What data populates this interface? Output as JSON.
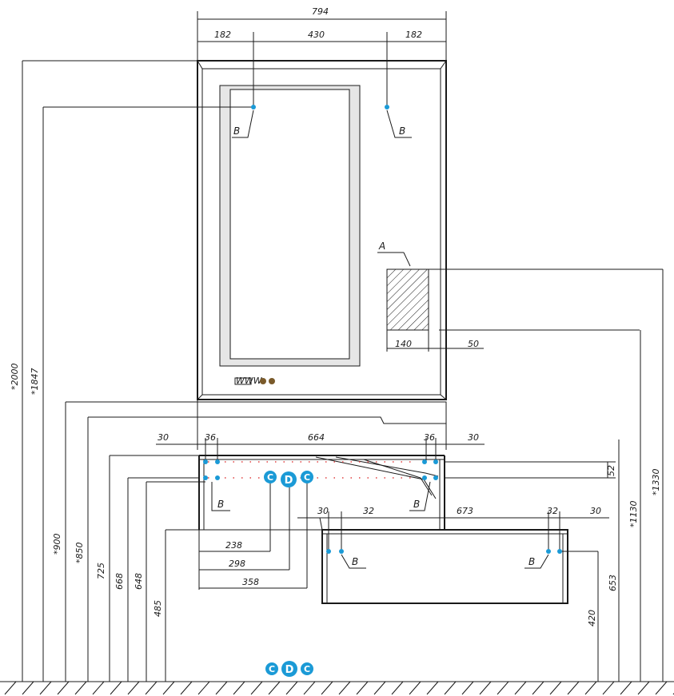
{
  "dimensions": {
    "overall_width": "794",
    "left_offset": "182",
    "mirror_width": "430",
    "right_offset": "182",
    "total_height": "*2000",
    "mirror_top": "*1847",
    "block_height_a": "*1330",
    "block_height_b": "*1130",
    "vanity_top": "*900",
    "vanity_under": "*850",
    "cab_top": "725",
    "cab_mid": "668",
    "cab_mid2": "648",
    "cab_bottom": "485",
    "edge_left": "30",
    "side_left": "36",
    "cab_inner": "664",
    "side_right": "36",
    "edge_right": "30",
    "panel_52": "52",
    "hatch_140": "140",
    "hatch_50": "50",
    "lower_30_left": "30",
    "lower_32_left": "32",
    "lower_673": "673",
    "lower_32_right": "32",
    "lower_30_right": "30",
    "lower_653": "653",
    "lower_420": "420",
    "pipe_238": "238",
    "pipe_298": "298",
    "pipe_358": "358"
  },
  "labels": {
    "fixing_point": "B",
    "area": "A"
  },
  "badges": {
    "cold": "C",
    "drain": "D",
    "hot": "C"
  },
  "mirror_label": "WWW"
}
